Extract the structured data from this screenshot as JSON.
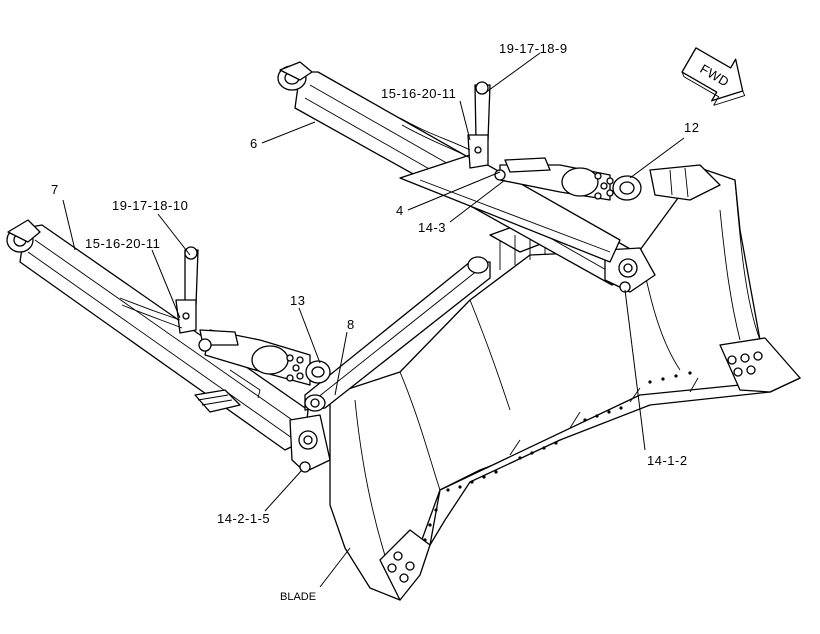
{
  "callouts": {
    "c_19_17_18_9": "19-17-18-9",
    "c_15_16_20_11_top": "15-16-20-11",
    "c_12": "12",
    "c_6": "6",
    "c_4": "4",
    "c_14_3": "14-3",
    "c_7": "7",
    "c_19_17_18_10": "19-17-18-10",
    "c_15_16_20_11_left": "15-16-20-11",
    "c_13": "13",
    "c_8": "8",
    "c_14_1_2": "14-1-2",
    "c_14_2_1_5": "14-2-1-5",
    "blade": "BLADE"
  },
  "direction_arrow": {
    "label": "FWD",
    "icon": "forward-arrow-icon"
  },
  "colors": {
    "line": "#000000",
    "background": "#ffffff"
  }
}
